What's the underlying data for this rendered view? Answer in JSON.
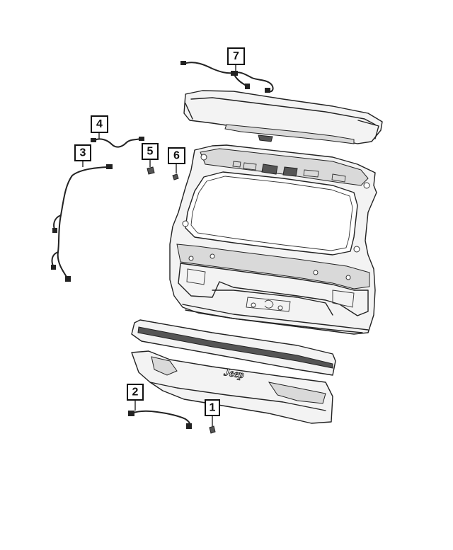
{
  "callouts": [
    {
      "id": "1",
      "label": "1"
    },
    {
      "id": "2",
      "label": "2"
    },
    {
      "id": "3",
      "label": "3"
    },
    {
      "id": "4",
      "label": "4"
    },
    {
      "id": "5",
      "label": "5"
    },
    {
      "id": "6",
      "label": "6"
    },
    {
      "id": "7",
      "label": "7"
    }
  ],
  "parts": [
    {
      "name": "rear-camera",
      "callout": "1"
    },
    {
      "name": "fascia-wiring-harness",
      "callout": "2"
    },
    {
      "name": "liftgate-wiring-harness",
      "callout": "3"
    },
    {
      "name": "jumper-wiring",
      "callout": "4"
    },
    {
      "name": "connector-5",
      "callout": "5"
    },
    {
      "name": "connector-6",
      "callout": "6"
    },
    {
      "name": "spoiler-wiring",
      "callout": "7"
    }
  ],
  "emblem_text": "Jeep"
}
